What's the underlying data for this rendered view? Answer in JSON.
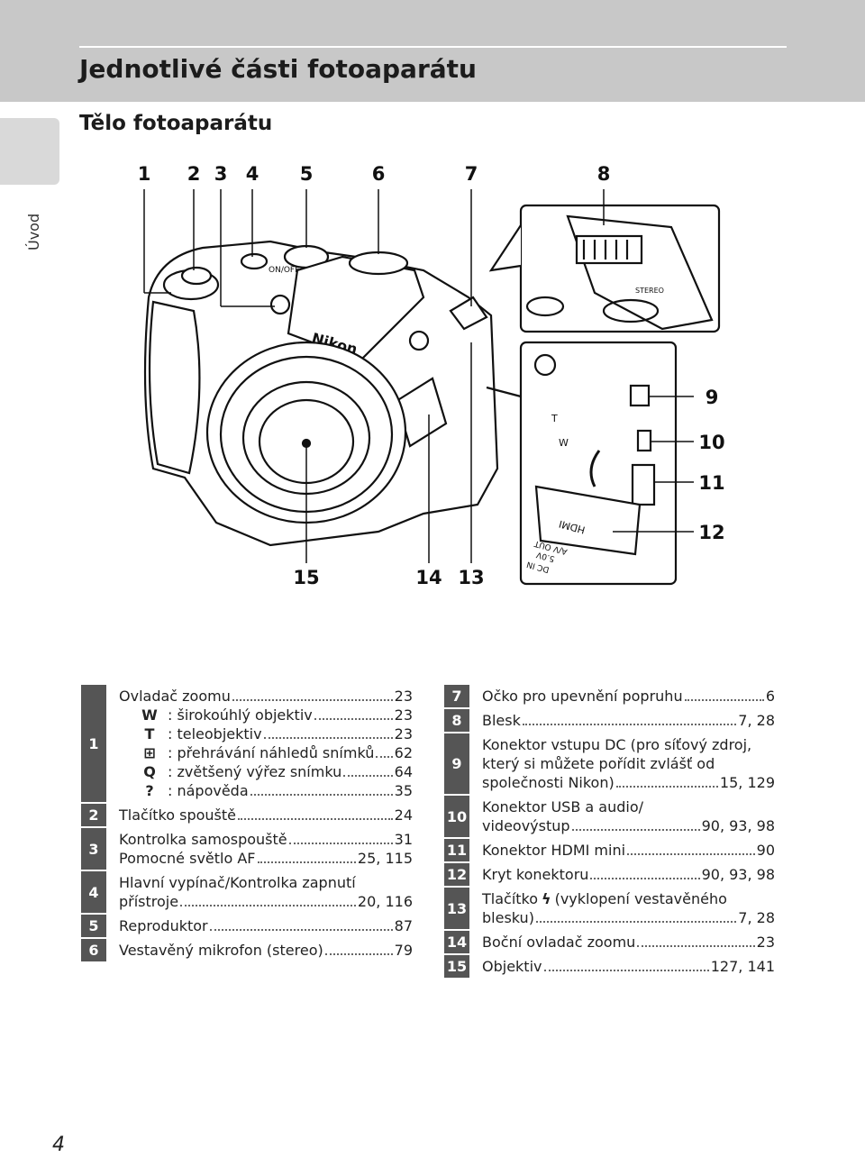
{
  "page_title": "Jednotlivé části fotoaparátu",
  "section_title": "Tělo fotoaparátu",
  "side_tab": "Úvod",
  "callouts_top": [
    "1",
    "2",
    "3",
    "4",
    "5",
    "6",
    "7",
    "8"
  ],
  "callouts_right": [
    "9",
    "10",
    "11",
    "12"
  ],
  "callouts_bottom": [
    "15",
    "14",
    "13"
  ],
  "figure_text": {
    "brand": "Nikon",
    "power": "ON/OFF",
    "stereo": "STEREO",
    "dc_in": "DC IN",
    "dc_volt": "5.0V",
    "av_out": "A/V OUT",
    "hdmi": "HDMI",
    "zoom_t": "T",
    "zoom_w": "W"
  },
  "left_table": [
    {
      "num": "1",
      "lines": [
        {
          "sym": "",
          "text": "Ovladač zoomu",
          "page": "23"
        },
        {
          "sym": "W",
          "text": ": širokoúhlý objektiv",
          "page": "23"
        },
        {
          "sym": "T",
          "text": ": teleobjektiv",
          "page": "23"
        },
        {
          "sym": "⊞",
          "text": ": přehrávání náhledů snímků",
          "page": "62"
        },
        {
          "sym": "Q",
          "text": ": zvětšený výřez snímku",
          "page": "64"
        },
        {
          "sym": "?",
          "text": ": nápověda",
          "page": "35"
        }
      ]
    },
    {
      "num": "2",
      "lines": [
        {
          "sym": "",
          "text": "Tlačítko spouště",
          "page": "24"
        }
      ]
    },
    {
      "num": "3",
      "lines": [
        {
          "sym": "",
          "text": "Kontrolka samospouště",
          "page": "31"
        },
        {
          "sym": "",
          "text": "Pomocné světlo AF",
          "page": "25, 115"
        }
      ]
    },
    {
      "num": "4",
      "lines": [
        {
          "sym": "",
          "text": "Hlavní vypínač/Kontrolka zapnutí",
          "page": ""
        },
        {
          "sym": "",
          "text": "přístroje",
          "page": "20, 116"
        }
      ]
    },
    {
      "num": "5",
      "lines": [
        {
          "sym": "",
          "text": "Reproduktor",
          "page": "87"
        }
      ]
    },
    {
      "num": "6",
      "lines": [
        {
          "sym": "",
          "text": "Vestavěný mikrofon (stereo)",
          "page": "79"
        }
      ]
    }
  ],
  "right_table": [
    {
      "num": "7",
      "lines": [
        {
          "text": "Očko pro upevnění popruhu",
          "page": "6"
        }
      ]
    },
    {
      "num": "8",
      "lines": [
        {
          "text": "Blesk",
          "page": "7, 28"
        }
      ]
    },
    {
      "num": "9",
      "lines": [
        {
          "text": "Konektor vstupu DC (pro síťový zdroj,",
          "page": ""
        },
        {
          "text": "který si můžete pořídit zvlášť od",
          "page": ""
        },
        {
          "text": "společnosti Nikon)",
          "page": "15, 129"
        }
      ]
    },
    {
      "num": "10",
      "lines": [
        {
          "text": "Konektor USB a audio/",
          "page": ""
        },
        {
          "text": "videovýstup",
          "page": "90, 93, 98"
        }
      ]
    },
    {
      "num": "11",
      "lines": [
        {
          "text": "Konektor HDMI mini",
          "page": "90"
        }
      ]
    },
    {
      "num": "12",
      "lines": [
        {
          "text": "Kryt konektoru",
          "page": "90, 93, 98"
        }
      ]
    },
    {
      "num": "13",
      "lines": [
        {
          "text": "Tlačítko",
          "icon": "ϟ",
          "text2": "(vyklopení vestavěného",
          "page": ""
        },
        {
          "text": "blesku)",
          "page": "7, 28"
        }
      ]
    },
    {
      "num": "14",
      "lines": [
        {
          "text": "Boční ovladač zoomu",
          "page": "23"
        }
      ]
    },
    {
      "num": "15",
      "lines": [
        {
          "text": "Objektiv",
          "page": "127, 141"
        }
      ]
    }
  ],
  "page_number": "4"
}
